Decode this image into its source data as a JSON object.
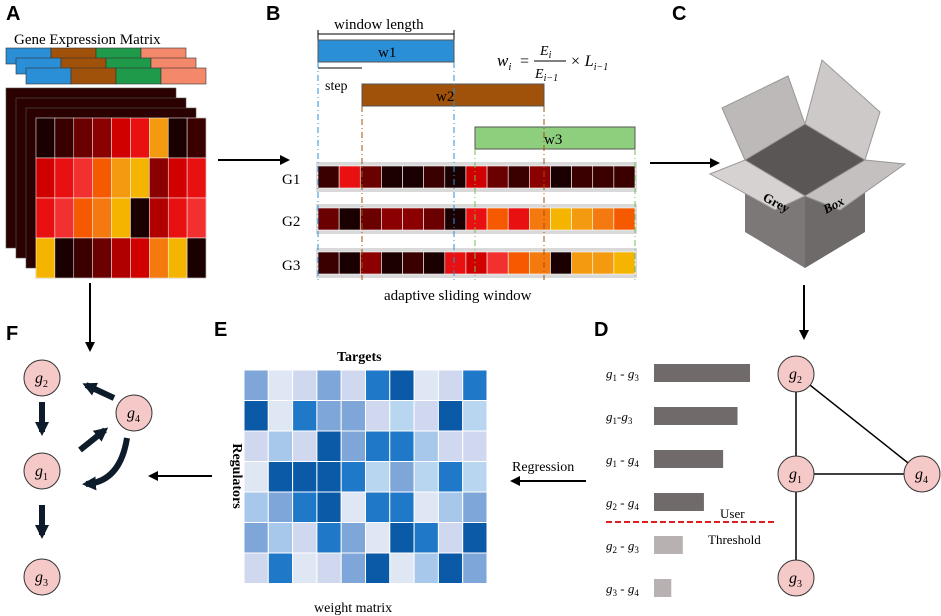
{
  "panels": {
    "a": "A",
    "b": "B",
    "c": "C",
    "d": "D",
    "e": "E",
    "f": "F"
  },
  "panel_a": {
    "title": "Gene Expression Matrix"
  },
  "panel_b": {
    "window_length": "window length",
    "step": "step",
    "windows": [
      "w1",
      "w2",
      "w3"
    ],
    "genes": [
      "G1",
      "G2",
      "G3"
    ],
    "formula_lhs": "w",
    "formula_lhs_sub": "i",
    "formula_rhs_times": "× L",
    "formula_rhs_sub": "i−1",
    "formula_num": "E",
    "formula_num_sub": "i",
    "formula_den": "E",
    "formula_den_sub": "i−1",
    "caption": "adaptive sliding window"
  },
  "panel_c": {
    "grey": "Grey",
    "box": "Box"
  },
  "panel_d": {
    "pairs": [
      {
        "a": "g",
        "a_sub": "1",
        "sep": " - ",
        "b": "g",
        "b_sub": "3",
        "value": 1.0
      },
      {
        "a": "g",
        "a_sub": "1",
        "sep": "-",
        "b": "g",
        "b_sub": "3",
        "value": 0.87
      },
      {
        "a": "g",
        "a_sub": "1",
        "sep": " - ",
        "b": "g",
        "b_sub": "4",
        "value": 0.72
      },
      {
        "a": "g",
        "a_sub": "2",
        "sep": " - ",
        "b": "g",
        "b_sub": "4",
        "value": 0.52
      },
      {
        "a": "g",
        "a_sub": "2",
        "sep": " - ",
        "b": "g",
        "b_sub": "3",
        "value": 0.3
      },
      {
        "a": "g",
        "a_sub": "3",
        "sep": " - ",
        "b": "g",
        "b_sub": "4",
        "value": 0.18
      }
    ],
    "user": "User",
    "threshold": "Threshold",
    "nodes": [
      {
        "label": "g",
        "sub": "2"
      },
      {
        "label": "g",
        "sub": "1"
      },
      {
        "label": "g",
        "sub": "4"
      },
      {
        "label": "g",
        "sub": "3"
      }
    ]
  },
  "panel_e": {
    "targets": "Targets",
    "regulators": "Regulators",
    "caption": "weight matrix",
    "regression": "Regression"
  },
  "panel_f": {
    "nodes": [
      {
        "label": "g",
        "sub": "2"
      },
      {
        "label": "g",
        "sub": "4"
      },
      {
        "label": "g",
        "sub": "1"
      },
      {
        "label": "g",
        "sub": "3"
      }
    ]
  },
  "colors": {
    "dark": "#1a0000",
    "node_fill": "#f6c9c9",
    "bar_dark": "#706a6a",
    "bar_light": "#b7b1b1",
    "threshold": "#e02020",
    "w1": "#2a8fd6",
    "w2": "#a0520a",
    "w3": "#8ecf7e"
  }
}
